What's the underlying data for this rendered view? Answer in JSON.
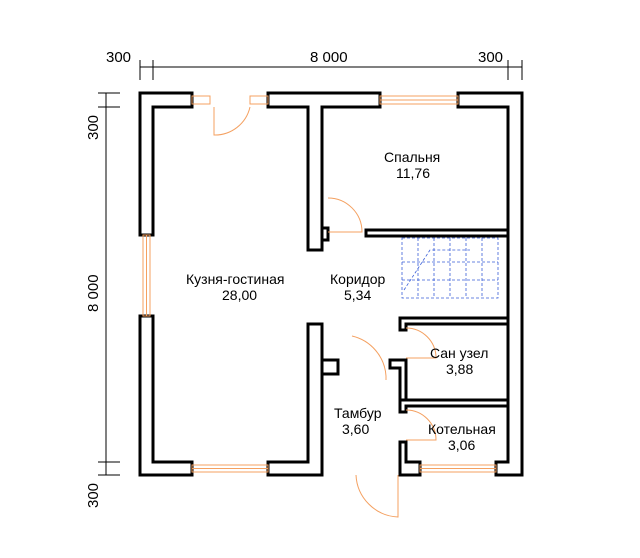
{
  "dimensions": {
    "top_left": "300",
    "top_center": "8 000",
    "top_right": "300",
    "left_top": "300",
    "left_center": "8 000",
    "left_bottom": "300"
  },
  "rooms": [
    {
      "key": "bedroom",
      "name": "Спальня",
      "area": "11,76"
    },
    {
      "key": "kitchen",
      "name": "Кузня-гостиная",
      "area": "28,00"
    },
    {
      "key": "corridor",
      "name": "Коридор",
      "area": "5,34"
    },
    {
      "key": "bathroom",
      "name": "Сан узел",
      "area": "3,88"
    },
    {
      "key": "vestibule",
      "name": "Тамбур",
      "area": "3,60"
    },
    {
      "key": "boiler",
      "name": "Котельная",
      "area": "3,06"
    }
  ],
  "colors": {
    "wall": "#000000",
    "opening": "#f4a060",
    "stairs": "#3a5fd8"
  }
}
